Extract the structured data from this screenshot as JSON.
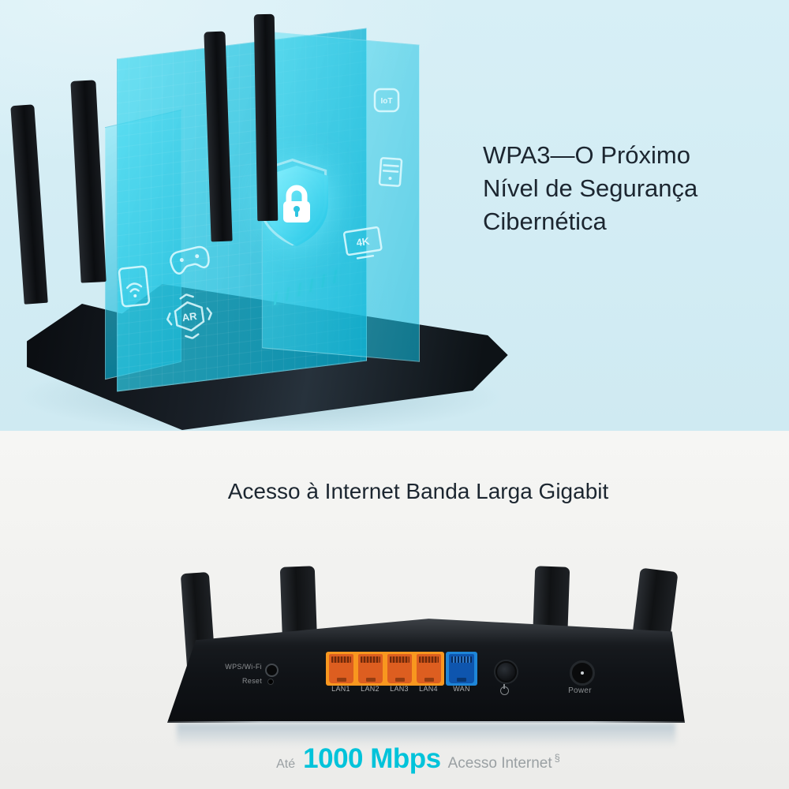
{
  "colors": {
    "top_bg": "#d7eff6",
    "bottom_bg": "#f1f1ef",
    "accent_cyan": "#00c3da",
    "panel_cyan": "#2ed2ea",
    "dark_text": "#1c2630",
    "gray_text": "#9aa0a3",
    "lan_orange": "#f8971f",
    "port_orange": "#dd5e20",
    "wan_blue": "#1e86d8",
    "wan_port_blue": "#0e55ae"
  },
  "wpa3_section": {
    "headline_line1": "WPA3—O Próximo",
    "headline_line2": "Nível de Segurança",
    "headline_line3": "Cibernética",
    "panel_badges": {
      "ar": "AR",
      "four_k": "4K",
      "iot": "IoT"
    }
  },
  "gigabit_section": {
    "headline": "Acesso à Internet Banda Larga Gigabit",
    "router_back_labels": {
      "wps": "WPS/Wi-Fi",
      "reset": "Reset",
      "ports": [
        "LAN1",
        "LAN2",
        "LAN3",
        "LAN4",
        "WAN"
      ],
      "power": "Power"
    },
    "speed_line": {
      "prefix": "Até",
      "speed": "1000 Mbps",
      "suffix": "Acesso Internet",
      "footnote": "§"
    }
  }
}
